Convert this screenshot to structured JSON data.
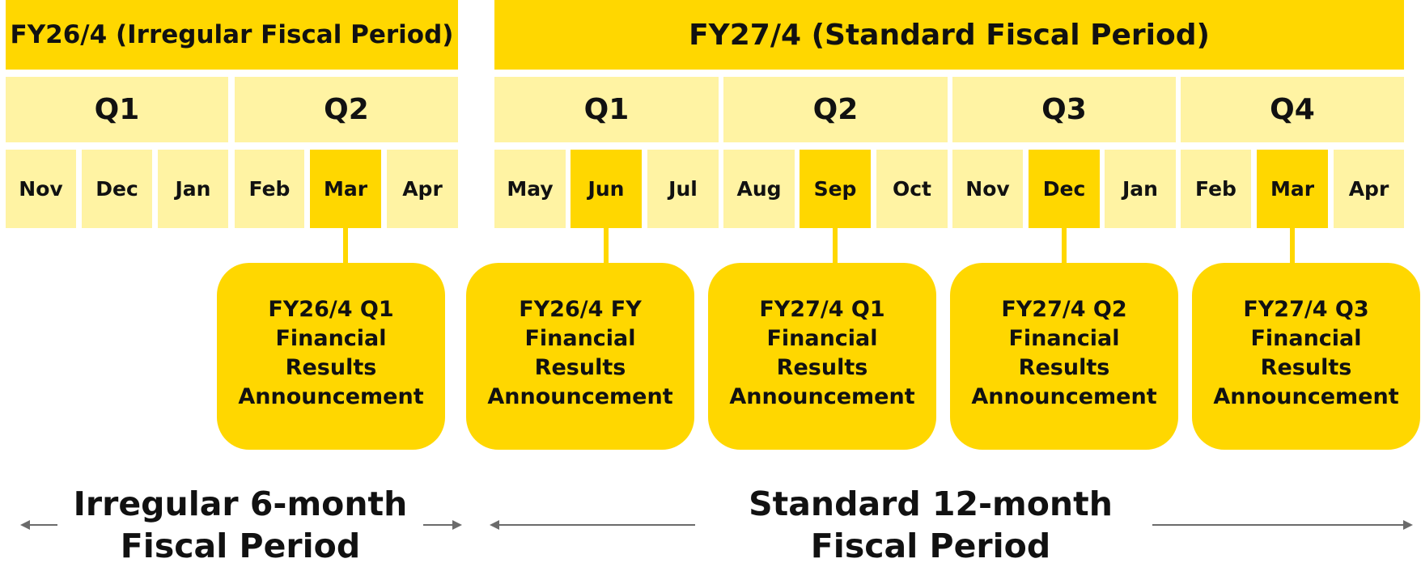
{
  "colors": {
    "highlight": "#FFD700",
    "light": "#FFF3A3",
    "text": "#111111",
    "arrow": "#6b6b6b"
  },
  "fy26": {
    "title": "FY26/4 (Irregular Fiscal Period)",
    "quarters": [
      "Q1",
      "Q2"
    ],
    "months": [
      "Nov",
      "Dec",
      "Jan",
      "Feb",
      "Mar",
      "Apr"
    ],
    "highlighted_months": [
      "Mar"
    ],
    "period_label": {
      "line1": "Irregular 6-month",
      "line2": "Fiscal Period"
    }
  },
  "fy27": {
    "title": "FY27/4 (Standard Fiscal Period)",
    "quarters": [
      "Q1",
      "Q2",
      "Q3",
      "Q4"
    ],
    "months": [
      "May",
      "Jun",
      "Jul",
      "Aug",
      "Sep",
      "Oct",
      "Nov",
      "Dec",
      "Jan",
      "Feb",
      "Mar",
      "Apr"
    ],
    "highlighted_months": [
      "Jun",
      "Sep",
      "Dec",
      "Mar"
    ],
    "period_label": {
      "line1": "Standard 12-month",
      "line2": "Fiscal Period"
    }
  },
  "announcements": [
    {
      "line1": "FY26/4 Q1",
      "line2": "Financial",
      "line3": "Results",
      "line4": "Announcement",
      "month": "Mar"
    },
    {
      "line1": "FY26/4 FY",
      "line2": "Financial",
      "line3": "Results",
      "line4": "Announcement",
      "month": "Jun"
    },
    {
      "line1": "FY27/4 Q1",
      "line2": "Financial",
      "line3": "Results",
      "line4": "Announcement",
      "month": "Sep"
    },
    {
      "line1": "FY27/4 Q2",
      "line2": "Financial",
      "line3": "Results",
      "line4": "Announcement",
      "month": "Dec"
    },
    {
      "line1": "FY27/4 Q3",
      "line2": "Financial",
      "line3": "Results",
      "line4": "Announcement",
      "month": "Mar"
    }
  ]
}
